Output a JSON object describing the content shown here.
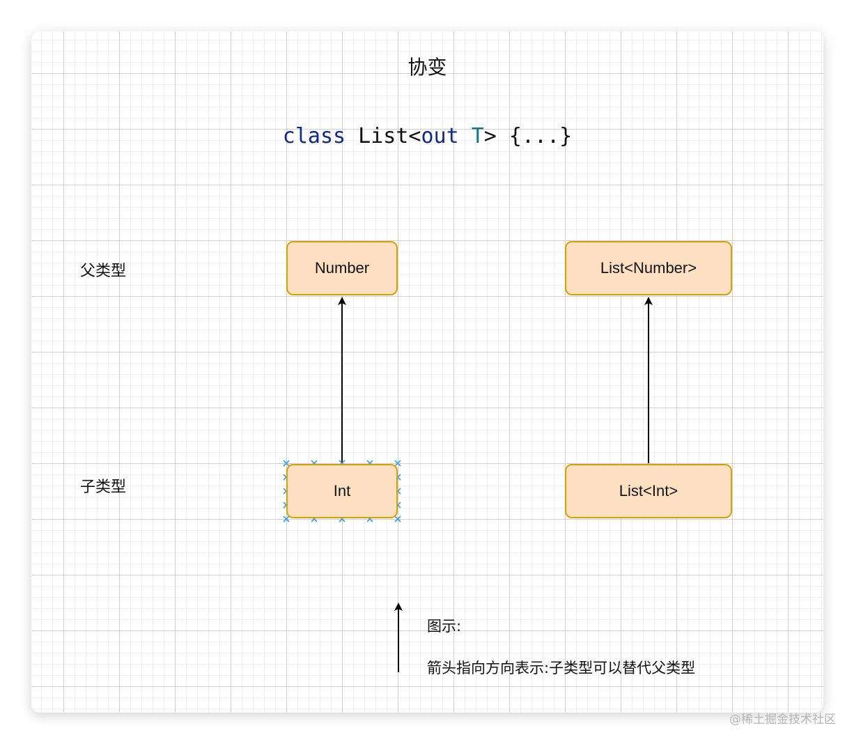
{
  "title": "协变",
  "code": {
    "kw_class": "class ",
    "name": "List<",
    "kw_out": "out ",
    "tparam": "T",
    "rest": "> {...}"
  },
  "rows": {
    "parent": "父类型",
    "child": "子类型"
  },
  "boxes": {
    "number": "Number",
    "int": "Int",
    "list_number": "List<Number>",
    "list_int": "List<Int>"
  },
  "legend": {
    "title": "图示:",
    "description": "箭头指向方向表示:子类型可以替代父类型"
  },
  "watermark": "@稀土掘金技术社区",
  "colors": {
    "box_fill": "#fde0c2",
    "box_border": "#d9a000",
    "keyword": "#0f2a8c",
    "type_param": "#127a7a",
    "selection_handle": "#3aa0e0"
  }
}
